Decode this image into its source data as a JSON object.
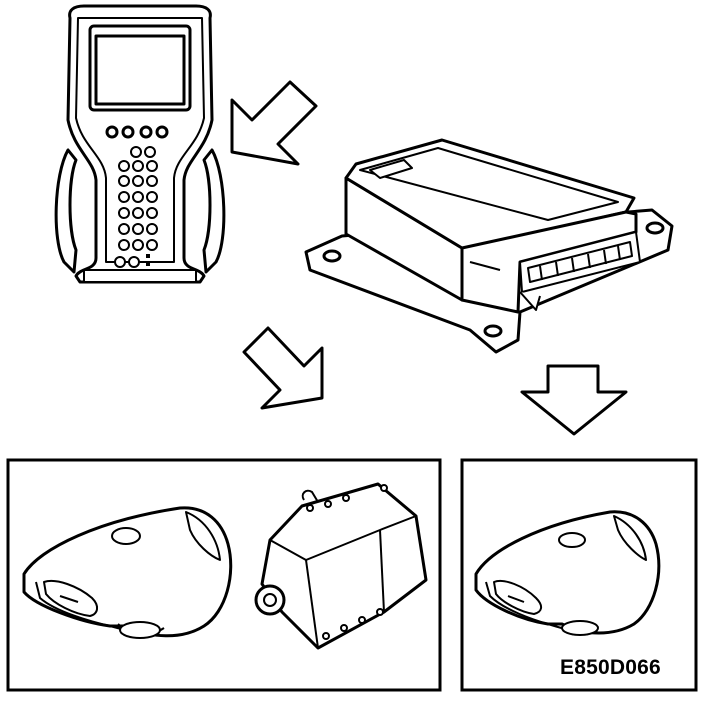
{
  "figure": {
    "reference_code": "E850D066",
    "line_color": "#000000",
    "background_color": "#ffffff"
  },
  "components": {
    "scan_tool": "scan-tool-handheld",
    "control_module": "airbag-control-module",
    "steering_wheel_airbag_left": "steering-wheel-airbag-module",
    "passenger_airbag": "passenger-airbag-module",
    "steering_wheel_airbag_right": "steering-wheel-airbag-module"
  },
  "arrows": [
    "arrow-to-control-module",
    "arrow-to-left-panel",
    "arrow-to-right-panel"
  ]
}
